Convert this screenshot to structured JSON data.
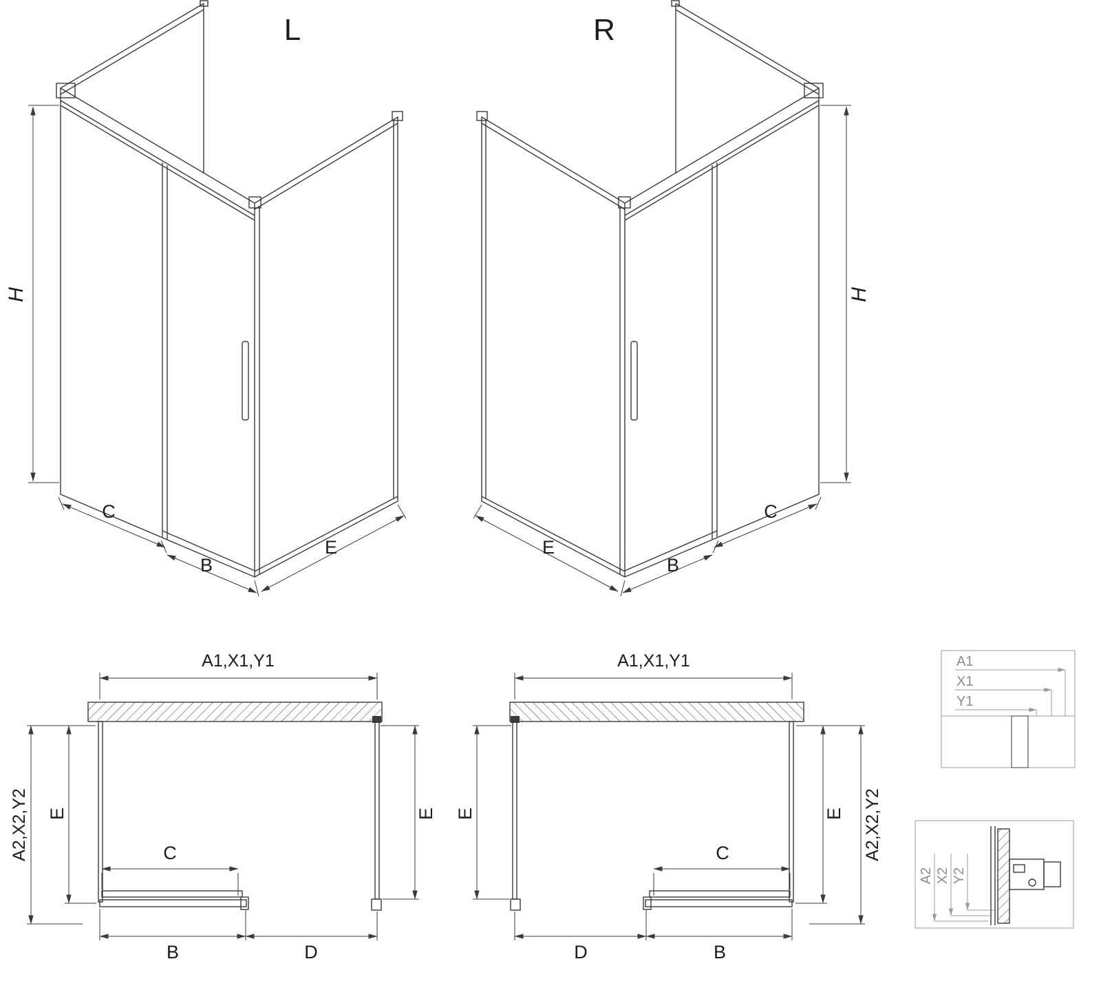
{
  "drawing": {
    "background": "#ffffff",
    "line_color": "#3a3a3a",
    "text_color": "#1c1c1c",
    "detail_line_color": "#9a9a9a",
    "detail_text_color": "#8d8d8d",
    "variant_left": {
      "label": "L",
      "height_dim": "H",
      "fixed_panel_dim": "C",
      "door_dim": "B",
      "side_panel_dim": "E"
    },
    "variant_right": {
      "label": "R",
      "height_dim": "H",
      "fixed_panel_dim": "C",
      "door_dim": "B",
      "side_panel_dim": "E"
    },
    "plan_left": {
      "width_dim": "A1,X1,Y1",
      "depth_dim": "A2,X2,Y2",
      "side_left_dim": "E",
      "side_right_dim": "E",
      "door_clear_dim": "C",
      "door_width_dim": "B",
      "opening_dim": "D"
    },
    "plan_right": {
      "width_dim": "A1,X1,Y1",
      "depth_dim": "A2,X2,Y2",
      "side_left_dim": "E",
      "side_right_dim": "E",
      "door_clear_dim": "C",
      "door_width_dim": "B",
      "opening_dim": "D"
    },
    "detail_width": {
      "labels": [
        "A1",
        "X1",
        "Y1"
      ]
    },
    "detail_depth": {
      "labels": [
        "A2",
        "X2",
        "Y2"
      ]
    }
  }
}
